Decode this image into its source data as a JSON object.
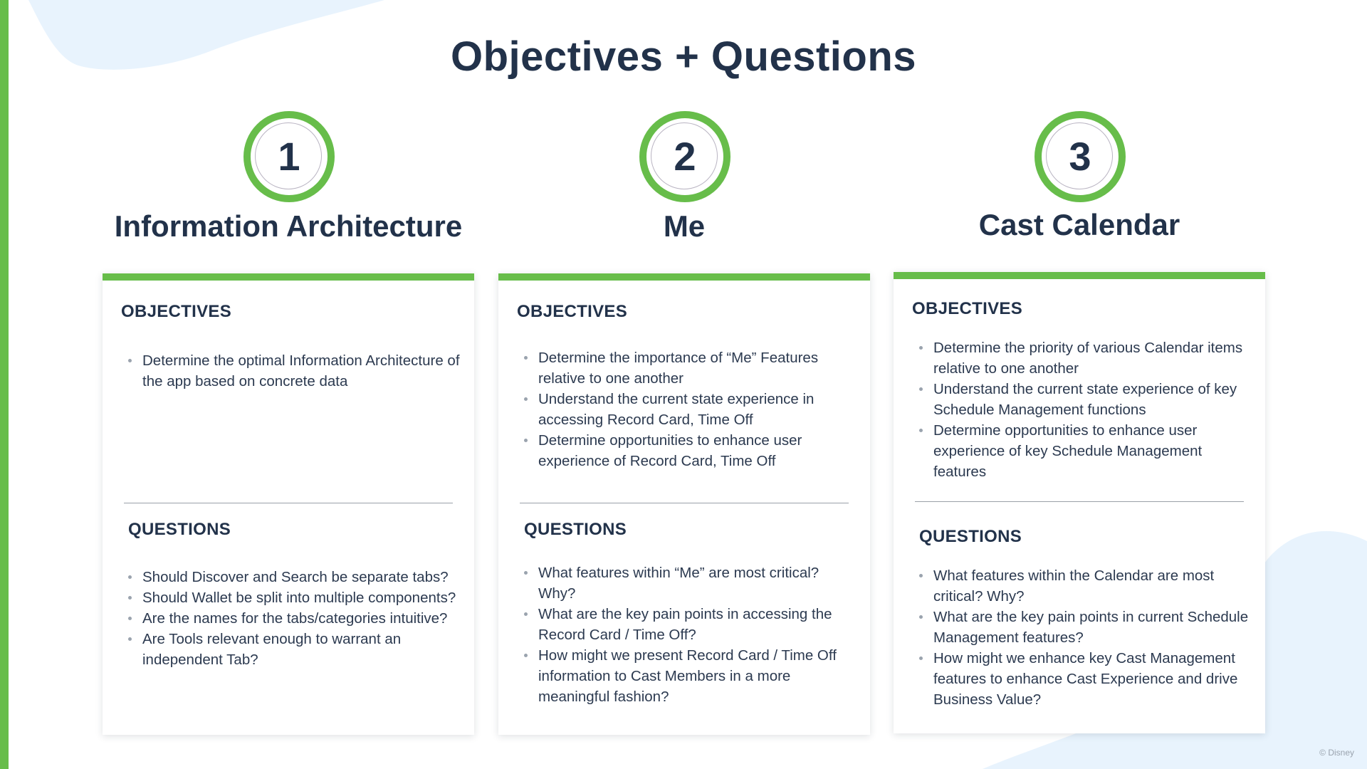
{
  "title": "Objectives + Questions",
  "colors": {
    "accent": "#67bd4a",
    "heading": "#22324a",
    "blob": "#e8f3fd"
  },
  "columns": [
    {
      "number": "1",
      "title": "Information Architecture",
      "objectives_heading": "OBJECTIVES",
      "objectives": [
        "Determine the optimal Information Architecture of the app based on concrete data"
      ],
      "questions_heading": "QUESTIONS",
      "questions": [
        "Should Discover and Search be separate tabs?",
        "Should Wallet be split into multiple components?",
        "Are the names for the tabs/categories intuitive?",
        "Are Tools relevant enough to warrant an independent Tab?"
      ]
    },
    {
      "number": "2",
      "title": "Me",
      "objectives_heading": "OBJECTIVES",
      "objectives": [
        "Determine the importance of “Me” Features relative to one another",
        "Understand the current state experience in accessing Record Card, Time Off",
        "Determine opportunities to enhance user experience of Record Card, Time Off"
      ],
      "questions_heading": "QUESTIONS",
      "questions": [
        "What features within “Me” are most critical? Why?",
        "What are the key pain points in accessing the Record Card / Time Off?",
        "How might we present Record Card / Time Off information to Cast Members in a more meaningful fashion?"
      ]
    },
    {
      "number": "3",
      "title": "Cast Calendar",
      "objectives_heading": "OBJECTIVES",
      "objectives": [
        "Determine the priority of various Calendar items relative to one another",
        "Understand the current state experience of key Schedule Management functions",
        "Determine opportunities to enhance user experience of key Schedule Management features"
      ],
      "questions_heading": "QUESTIONS",
      "questions": [
        "What features within the Calendar are most critical? Why?",
        "What are the key pain points in current Schedule Management features?",
        "How might we enhance key Cast Management features to enhance Cast Experience and drive Business Value?"
      ]
    }
  ],
  "copyright": "© Disney"
}
